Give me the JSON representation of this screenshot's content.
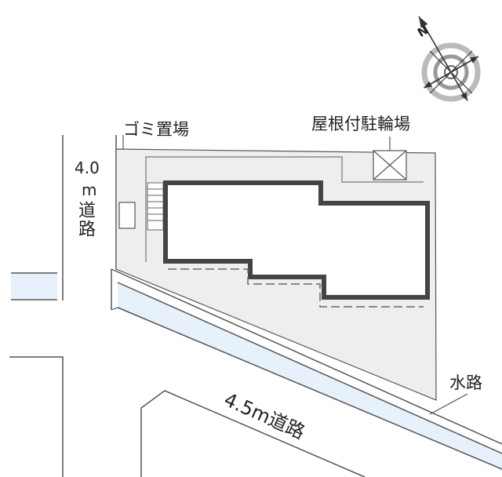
{
  "labels": {
    "garbage": "ゴミ置場",
    "bike_parking": "屋根付駐輪場",
    "road_west_width": "4.0",
    "road_west_unit": "m",
    "road_west_name": "道路",
    "road_south": "4.5m道路",
    "waterway": "水路"
  },
  "compass": {
    "north_letter": "N"
  },
  "colors": {
    "lot_fill": "#eeeeee",
    "building_outline": "#444444",
    "water_fill": "#e6f1fb",
    "line": "#555555"
  }
}
